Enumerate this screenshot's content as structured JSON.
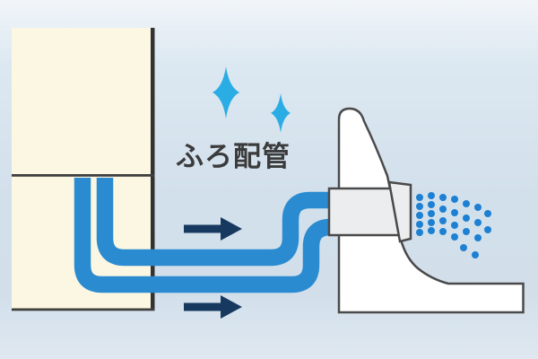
{
  "label": {
    "text": "ふろ配管"
  },
  "colors": {
    "pipe": "#2b8bd0",
    "arrow": "#17395f",
    "sparkle": "#2aace4",
    "spray_dot": "#1d80d2",
    "heater_fill": "#fcf7e2",
    "heater_outline": "#3f3f3f",
    "heater_wall": "#333333",
    "tub_fill": "#ffffff",
    "outline": "#4a4a4a",
    "adapter_fill": "#ebedef",
    "label_color": "#3b3b3b"
  },
  "spray": {
    "radius": 4,
    "dots": [
      [
        468,
        220
      ],
      [
        468,
        230
      ],
      [
        468,
        240
      ],
      [
        468,
        250
      ],
      [
        468,
        259
      ],
      [
        481,
        218
      ],
      [
        481,
        228
      ],
      [
        481,
        238
      ],
      [
        481,
        248
      ],
      [
        481,
        257
      ],
      [
        494,
        220
      ],
      [
        494,
        233
      ],
      [
        494,
        246
      ],
      [
        494,
        258
      ],
      [
        507,
        222
      ],
      [
        507,
        237
      ],
      [
        507,
        251
      ],
      [
        507,
        264
      ],
      [
        520,
        227
      ],
      [
        520,
        243
      ],
      [
        520,
        258
      ],
      [
        533,
        231
      ],
      [
        533,
        248
      ],
      [
        533,
        265
      ],
      [
        544,
        238
      ],
      [
        544,
        256
      ],
      [
        517,
        276
      ],
      [
        530,
        284
      ]
    ]
  }
}
